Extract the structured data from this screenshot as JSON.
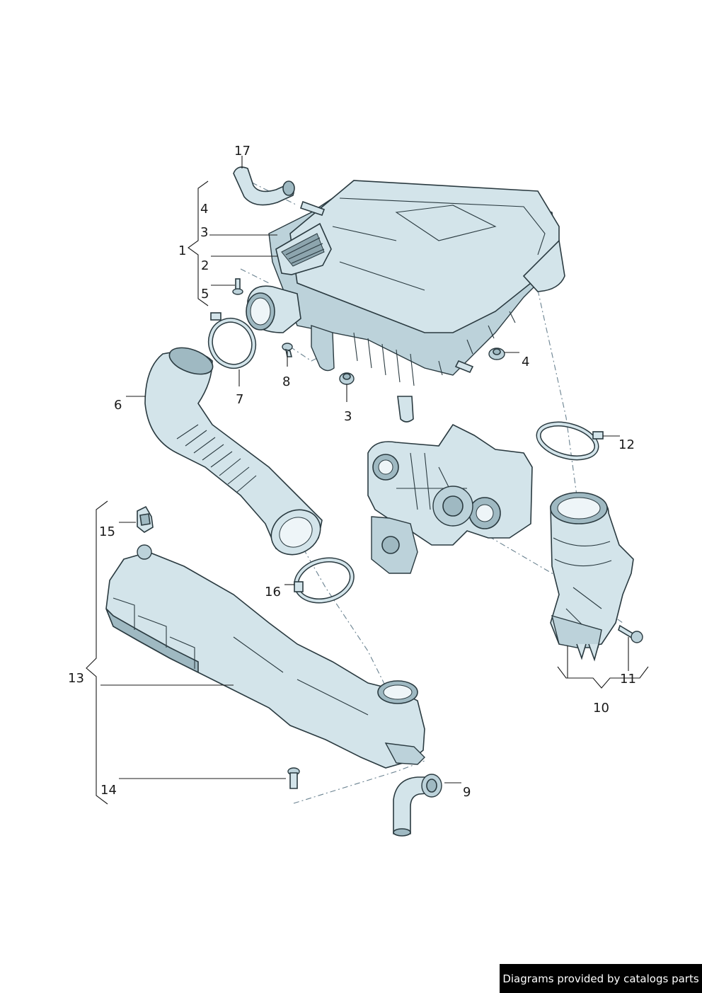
{
  "callouts": {
    "c17": "17",
    "c4a": "4",
    "c3a": "3",
    "c1": "1",
    "c2": "2",
    "c5": "5",
    "c7": "7",
    "c8": "8",
    "c3b": "3",
    "c4b": "4",
    "c6": "6",
    "c12": "12",
    "c15": "15",
    "c16": "16",
    "c13": "13",
    "c11": "11",
    "c10": "10",
    "c14": "14",
    "c9": "9"
  },
  "credit": "Diagrams provided by catalogs parts",
  "colors": {
    "part_fill": "#d3e4ea",
    "part_shadow": "#9fb9c2",
    "outline": "#2a3a40"
  }
}
